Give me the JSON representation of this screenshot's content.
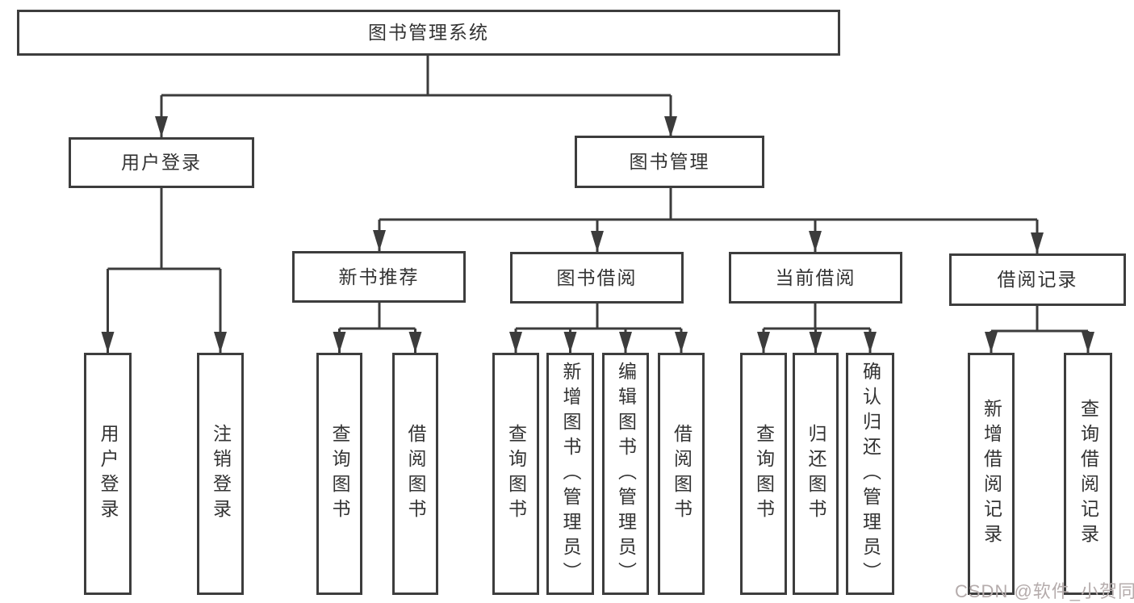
{
  "nodes": {
    "root": {
      "label": "图书管理系统"
    },
    "user_login": {
      "label": "用户登录"
    },
    "book_management": {
      "label": "图书管理"
    },
    "new_book_recommendation": {
      "label": "新书推荐"
    },
    "book_borrowing": {
      "label": "图书借阅"
    },
    "current_borrowing": {
      "label": "当前借阅"
    },
    "borrowing_records": {
      "label": "借阅记录"
    },
    "leaf_user_login": {
      "label": "用户登录"
    },
    "leaf_logout": {
      "label": "注销登录"
    },
    "leaf_nb_query_books": {
      "label": "查询图书"
    },
    "leaf_nb_borrow_books": {
      "label": "借阅图书"
    },
    "leaf_bb_query_books": {
      "label": "查询图书"
    },
    "leaf_bb_add_books_admin": {
      "label": "新增图书（管理员）"
    },
    "leaf_bb_edit_books_admin": {
      "label": "编辑图书（管理员）"
    },
    "leaf_bb_borrow_books": {
      "label": "借阅图书"
    },
    "leaf_cb_query_books": {
      "label": "查询图书"
    },
    "leaf_cb_return_books": {
      "label": "归还图书"
    },
    "leaf_cb_confirm_return_admin": {
      "label": "确认归还（管理员）"
    },
    "leaf_br_add_record": {
      "label": "新增借阅记录"
    },
    "leaf_br_query_record": {
      "label": "查询借阅记录"
    }
  },
  "watermark": {
    "text": "CSDN @软件_小贺同学"
  },
  "colors": {
    "line": "#3c3c3c",
    "border": "#3d3d3d",
    "text": "#333333",
    "watermark": "#b5acac",
    "background": "#ffffff"
  }
}
